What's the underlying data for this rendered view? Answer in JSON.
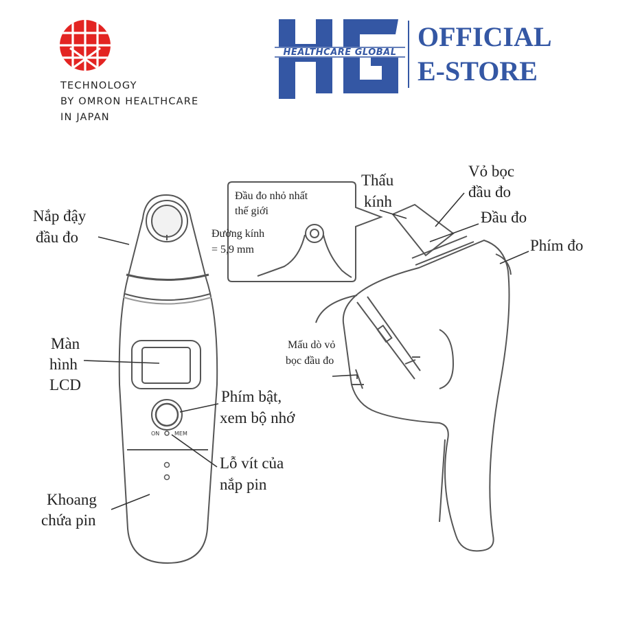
{
  "brand": {
    "logo_icon": "omron-red-circle-logo-icon",
    "tagline_lines": [
      "TECHNOLOGY",
      "BY OMRON HEALTHCARE",
      "IN JAPAN"
    ],
    "hg_logo_text": "HEALTHCARE GLOBAL",
    "store_lines": [
      "OFFICIAL",
      "E-STORE"
    ],
    "colors": {
      "omron_red": "#e32422",
      "hg_blue": "#3457a4"
    }
  },
  "diagram": {
    "inset": {
      "title_lines": [
        "Đầu đo nhỏ nhất",
        "thế giới"
      ],
      "diameter_lines": [
        "Đường kính",
        "= 5,9 mm"
      ]
    },
    "front_labels": {
      "probe_cover_cap": [
        "Nắp đậy",
        "đầu  đo"
      ],
      "lcd": [
        "Màn",
        "hình",
        "LCD"
      ],
      "power_button": [
        "Phím bật,",
        "xem bộ nhớ"
      ],
      "button_marks": [
        "ON",
        "MEM"
      ],
      "screw_hole": [
        "Lỗ vít của",
        "nắp  pin"
      ],
      "battery": [
        "Khoang",
        "chứa pin"
      ]
    },
    "side_labels": {
      "lens": [
        "Thấu",
        "kính"
      ],
      "probe_cover": [
        "Vỏ bọc",
        "đầu đo"
      ],
      "probe": [
        "Đầu đo"
      ],
      "measure_button": [
        "Phím đo"
      ],
      "cover_detector": [
        "Mấu dò vỏ",
        "bọc đầu đo"
      ]
    }
  }
}
